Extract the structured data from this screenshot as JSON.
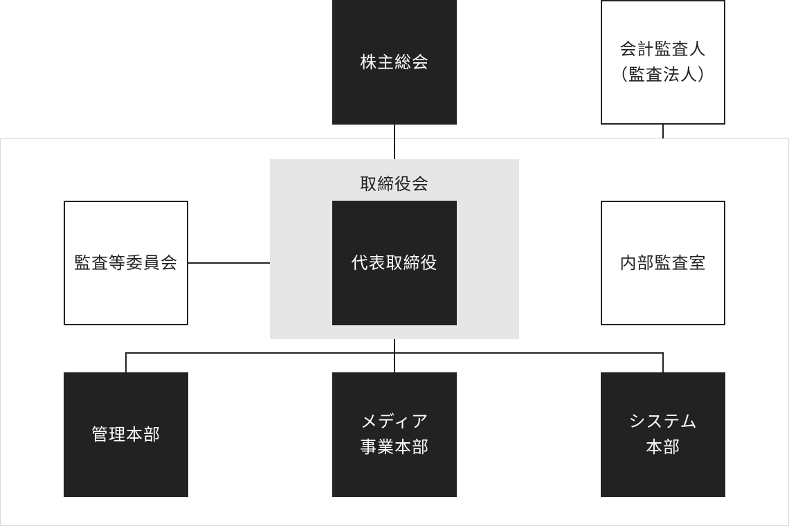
{
  "colors": {
    "dark_box": "#222222",
    "board_bg": "#e6e6e6",
    "frame_border": "#d9d9d9",
    "line": "#222222"
  },
  "nodes": {
    "shareholders_meeting": {
      "lines": [
        "株主総会"
      ]
    },
    "accounting_auditor": {
      "lines": [
        "会計監査人",
        "（監査法人）"
      ]
    },
    "board_of_directors": {
      "label": "取締役会"
    },
    "representative_director": {
      "lines": [
        "代表取締役"
      ]
    },
    "audit_committee": {
      "lines": [
        "監査等委員会"
      ]
    },
    "internal_audit_office": {
      "lines": [
        "内部監査室"
      ]
    },
    "admin_division": {
      "lines": [
        "管理本部"
      ]
    },
    "media_division": {
      "lines": [
        "メディア",
        "事業本部"
      ]
    },
    "system_division": {
      "lines": [
        "システム",
        "本部"
      ]
    }
  }
}
